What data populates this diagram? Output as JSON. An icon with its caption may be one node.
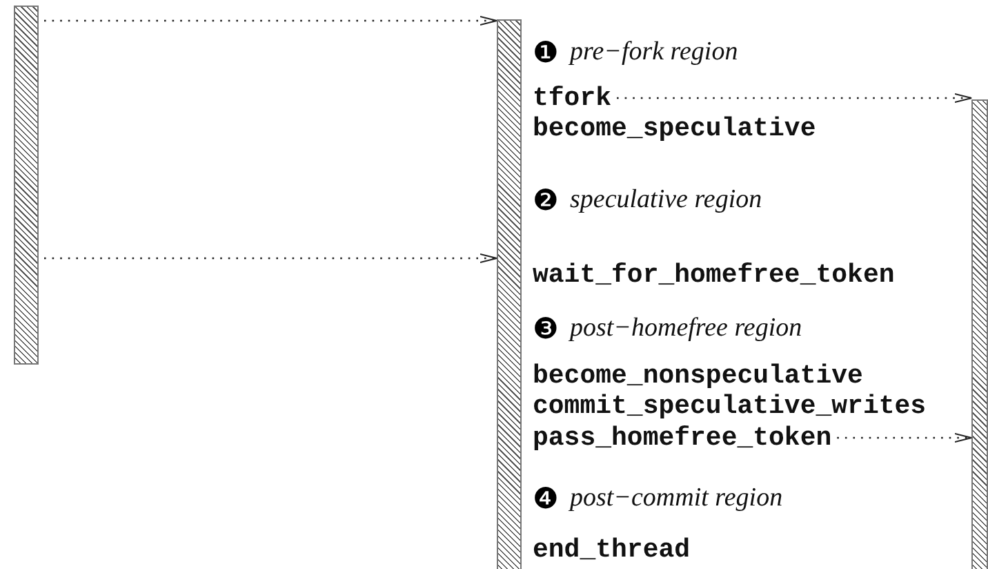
{
  "diagram": {
    "nodes": [
      {
        "text": [],
        "shape": "bar"
      },
      {
        "text": [],
        "shape": "bar"
      },
      {
        "text": [],
        "shape": "bar"
      },
      {
        "text": [
          "tfork"
        ]
      },
      {
        "text": [
          "pass_homefree_token"
        ]
      }
    ],
    "edges": [
      {
        "from": 0,
        "to": 1,
        "arrow": "to",
        "style": "dashed"
      },
      {
        "from": 0,
        "to": 1,
        "arrow": "to",
        "style": "dashed"
      },
      {
        "from": 3,
        "to": 2,
        "arrow": "to",
        "style": "dashed"
      },
      {
        "from": 4,
        "to": 2,
        "arrow": "to",
        "style": "dashed"
      }
    ],
    "labels": [
      "❶",
      "pre−fork region",
      "become_speculative",
      "❷",
      "speculative region",
      "wait_for_homefree_token",
      "❸",
      "post−homefree region",
      "become_nonspeculative",
      "commit_speculative_writes",
      "❹",
      "post−commit region",
      "end_thread"
    ]
  }
}
